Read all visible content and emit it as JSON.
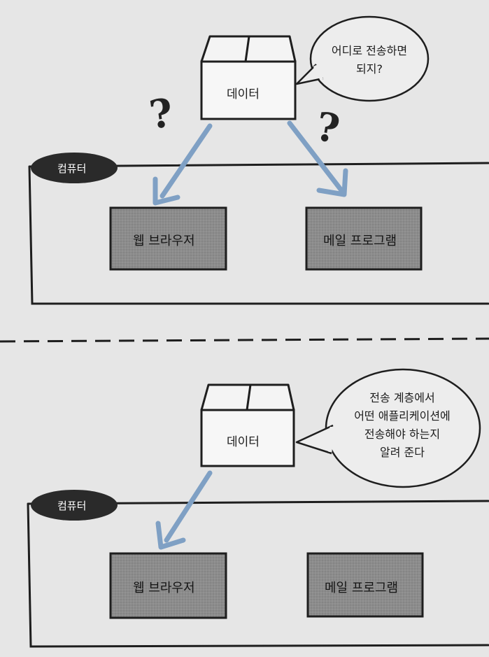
{
  "colors": {
    "background": "#e6e6e6",
    "outline": "#1e1e1e",
    "arrow": "#7fa0c4",
    "program_box": "#8c8c8c",
    "tag_fill": "#2a2a2a"
  },
  "top_scene": {
    "data_box_label": "데이터",
    "bubble_lines": [
      "어디로 전송하면",
      "되지?"
    ],
    "question_marks": [
      "?",
      "?"
    ],
    "computer_tag": "컴퓨터",
    "programs": [
      "웹 브라우저",
      "메일 프로그램"
    ]
  },
  "bottom_scene": {
    "data_box_label": "데이터",
    "bubble_lines": [
      "전송 계층에서",
      "어떤 애플리케이션에",
      "전송해야 하는지",
      "알려 준다"
    ],
    "computer_tag": "컴퓨터",
    "programs": [
      "웹 브라우저",
      "메일 프로그램"
    ]
  }
}
